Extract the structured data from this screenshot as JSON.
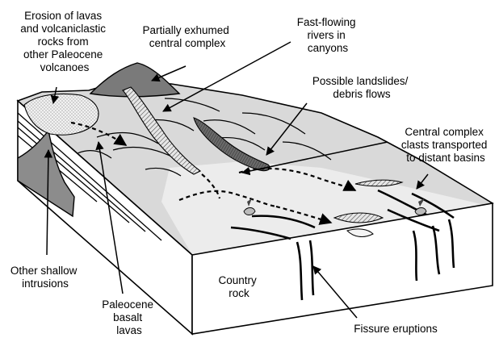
{
  "labels": {
    "erosion": [
      "Erosion of lavas",
      "and volcaniclastic",
      "rocks from",
      "other Paleocene",
      "volcanoes"
    ],
    "exhumed": [
      "Partially exhumed",
      "central complex"
    ],
    "rivers": [
      "Fast-flowing",
      "rivers in",
      "canyons"
    ],
    "landslides": [
      "Possible landslides/",
      "debris flows"
    ],
    "clasts": [
      "Central complex",
      "clasts transported",
      "to distant basins"
    ],
    "intrusions": [
      "Other shallow",
      "intrusions"
    ],
    "basalt": [
      "Paleocene",
      "basalt",
      "lavas"
    ],
    "country": [
      "Country",
      "rock"
    ],
    "fissure": [
      "Fissure eruptions"
    ]
  },
  "colors": {
    "outline": "#000000",
    "top_surface": "#d9d9d9",
    "central_complex": "#7a7a7a",
    "intrusion": "#8c8c8c",
    "landslide": "#555555",
    "front_face": "#ffffff"
  }
}
